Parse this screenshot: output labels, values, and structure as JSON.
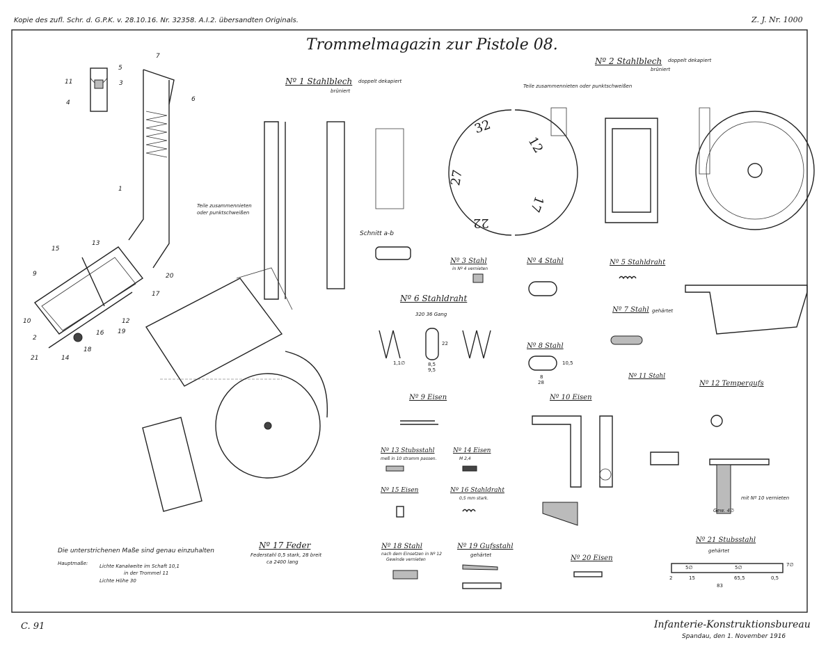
{
  "header": {
    "copy_note": "Kopie des zufl. Schr. d. G.P.K. v. 28.10.16. Nr. 32358. A.I.2. übersandten Originals.",
    "drawing_number": "Z. J. Nr. 1000",
    "title": "Trommelmagazin zur Pistole 08."
  },
  "footer": {
    "sheet": "C. 91",
    "bureau": "Infanterie-Konstruktionsbureau",
    "place_date": "Spandau, den 1. November 1916"
  },
  "notes": {
    "rivet_left": [
      "Teile zusammennieten",
      "oder punktschweißen"
    ],
    "rivet_right": "Teile zusammennieten oder punktschweißen",
    "section": "Schnitt a-b",
    "underlined": "Die unterstrichenen Maße sind genau einzuhalten",
    "main_dims_label": "Hauptmaße:",
    "main_dims": [
      "Lichte Kanalweite im Schaft 10,1",
      "in der Trommel 11",
      "Lichte Höhe 30"
    ],
    "rivet_n10": "mit Nº 10 vernieten",
    "thread_4": "Gew. 4∅"
  },
  "drum_numbers": [
    "32",
    "12",
    "27",
    "17",
    "22"
  ],
  "assembly_callouts": [
    "7",
    "5",
    "3",
    "11",
    "4",
    "6",
    "1",
    "13",
    "15",
    "9",
    "20",
    "17",
    "10",
    "12",
    "2",
    "19",
    "16",
    "21",
    "14",
    "18"
  ],
  "parts": [
    {
      "label": "Nº 1 Stahlblech",
      "notes": [
        "doppelt dekapiert",
        "brüniert"
      ]
    },
    {
      "label": "Nº 2 Stahlblech",
      "notes": [
        "doppelt dekapiert",
        "brüniert"
      ]
    },
    {
      "label": "Nº 3 Stahl",
      "notes": [
        "in Nº 4 vernieten"
      ]
    },
    {
      "label": "Nº 4 Stahl",
      "notes": []
    },
    {
      "label": "Nº 5 Stahldraht",
      "notes": []
    },
    {
      "label": "Nº 6 Stahldraht",
      "notes": [
        "320  36 Gang"
      ]
    },
    {
      "label": "Nº 7 Stahl",
      "notes": [
        "gehärtet"
      ]
    },
    {
      "label": "Nº 8 Stahl",
      "notes": []
    },
    {
      "label": "Nº 9 Eisen",
      "notes": []
    },
    {
      "label": "Nº 10 Eisen",
      "notes": []
    },
    {
      "label": "Nº 11 Stahl",
      "notes": []
    },
    {
      "label": "Nº 12 Tempergufs",
      "notes": []
    },
    {
      "label": "Nº 13 Stubsstahl",
      "notes": [
        "meß in 10 stramm passen."
      ]
    },
    {
      "label": "Nº 14 Eisen",
      "notes": [
        "M 2,4"
      ]
    },
    {
      "label": "Nº 15 Eisen",
      "notes": []
    },
    {
      "label": "Nº 16 Stahldraht",
      "notes": [
        "0,5 mm stark."
      ]
    },
    {
      "label": "Nº 17 Feder",
      "notes": [
        "Federstahl 0,5 stark, 28 breit",
        "ca 2400 lang"
      ]
    },
    {
      "label": "Nº 18 Stahl",
      "notes": [
        "nach dem Einsetzen in Nº 12",
        "Gewinde vernieten"
      ]
    },
    {
      "label": "Nº 19 Gufsstahl",
      "notes": [
        "gehärtet"
      ]
    },
    {
      "label": "Nº 20 Eisen",
      "notes": []
    },
    {
      "label": "Nº 21 Stubsstahl",
      "notes": [
        "gehärtet"
      ]
    }
  ],
  "dimensions": {
    "n21": [
      "5∅",
      "5∅",
      "7∅",
      "2",
      "15",
      "65,5",
      "0,5",
      "83"
    ],
    "n6": [
      "22",
      "8,5",
      "9,5",
      "1,1∅"
    ],
    "n8": [
      "10,5",
      "8",
      "28"
    ]
  }
}
